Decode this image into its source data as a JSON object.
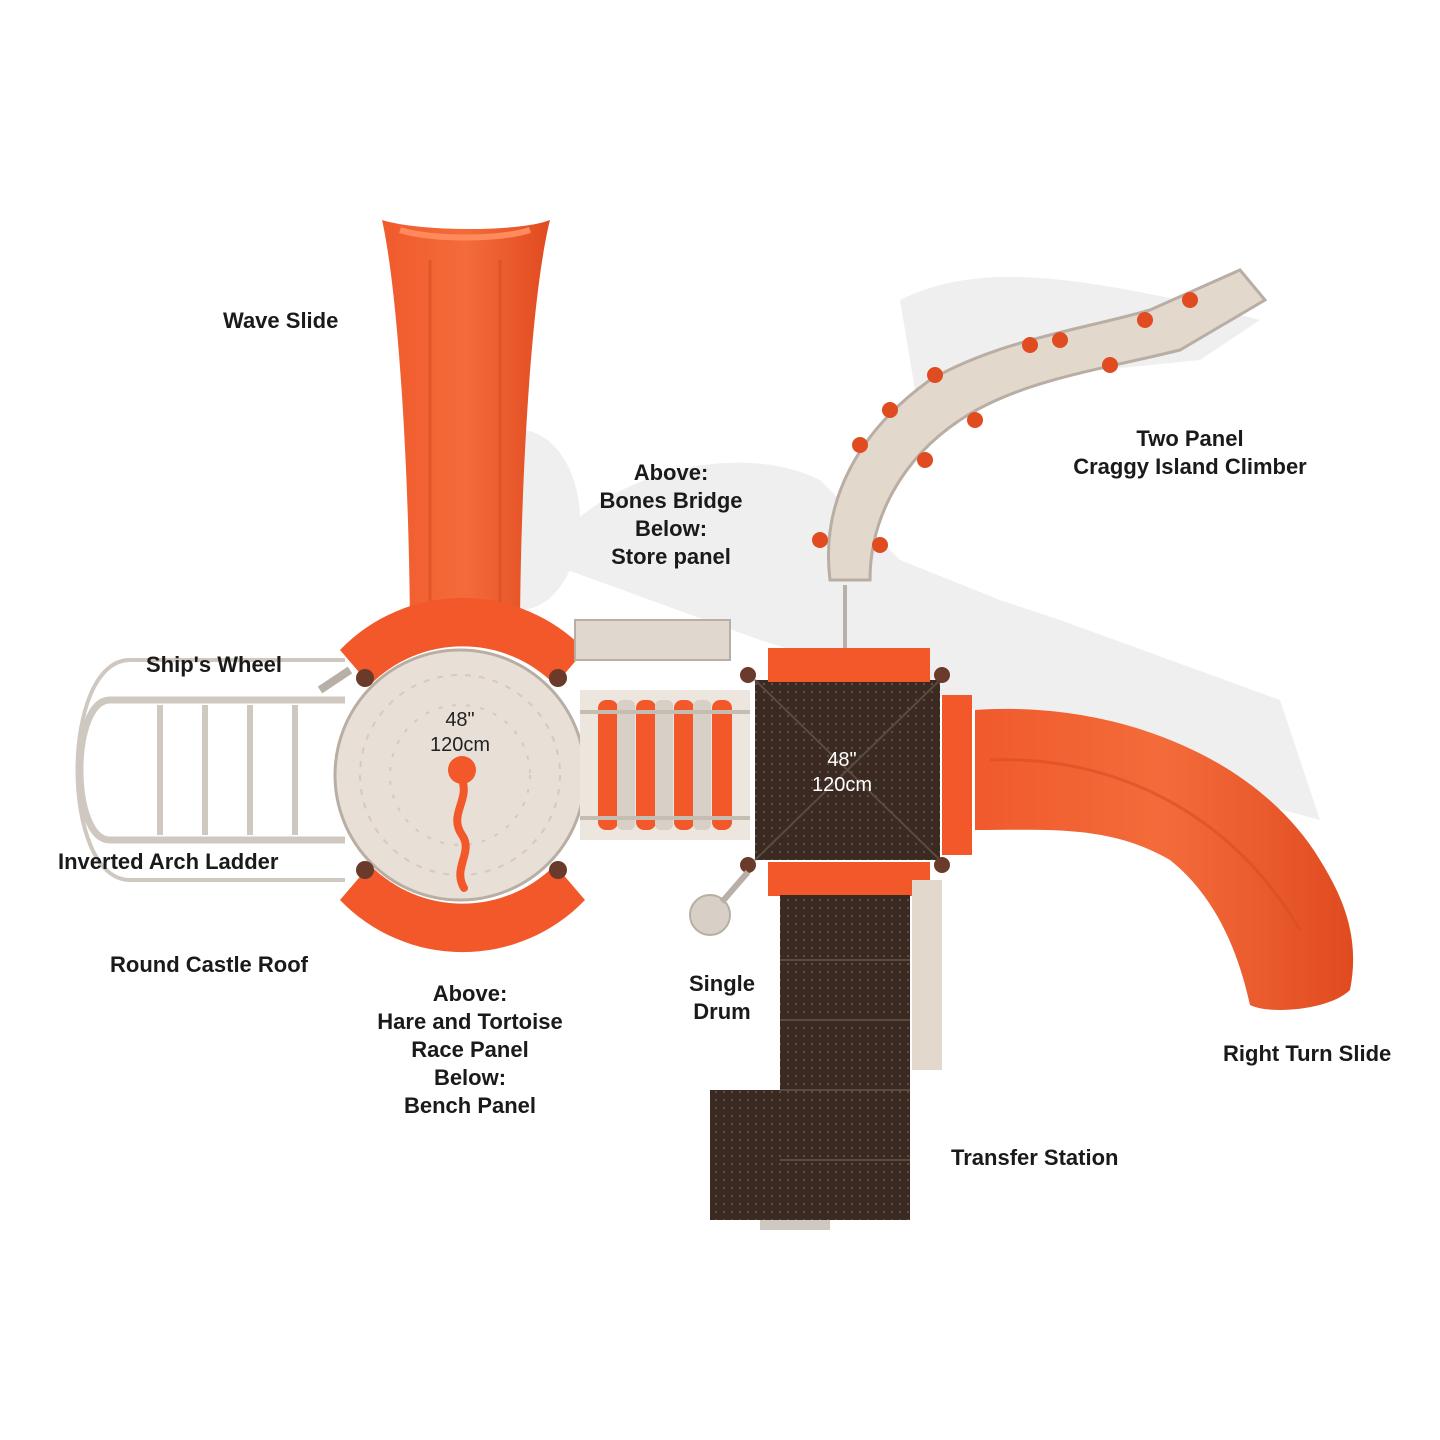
{
  "colors": {
    "slide_orange": "#f2582a",
    "slide_dark": "#d9421c",
    "deck_dark": "#3a2a22",
    "panel_tan": "#e6ddd2",
    "rail_grey": "#cfc8c0",
    "shadow": "#ececec"
  },
  "labels": {
    "wave_slide": "Wave Slide",
    "climber_line1": "Two Panel",
    "climber_line2": "Craggy Island Climber",
    "bridge_line1": "Above:",
    "bridge_line2": "Bones Bridge",
    "bridge_line3": "Below:",
    "bridge_line4": "Store panel",
    "ships_wheel": "Ship's Wheel",
    "inverted_arch_ladder": "Inverted Arch Ladder",
    "round_castle_roof": "Round Castle Roof",
    "hare_line1": "Above:",
    "hare_line2": "Hare and Tortoise",
    "hare_line3": "Race Panel",
    "hare_line4": "Below:",
    "hare_line5": "Bench Panel",
    "drum_line1": "Single",
    "drum_line2": "Drum",
    "right_turn_slide": "Right Turn Slide",
    "transfer_station": "Transfer Station"
  },
  "decks": {
    "round_deck": {
      "height_in": "48\"",
      "height_cm": "120cm"
    },
    "square_deck": {
      "height_in": "48\"",
      "height_cm": "120cm"
    }
  }
}
